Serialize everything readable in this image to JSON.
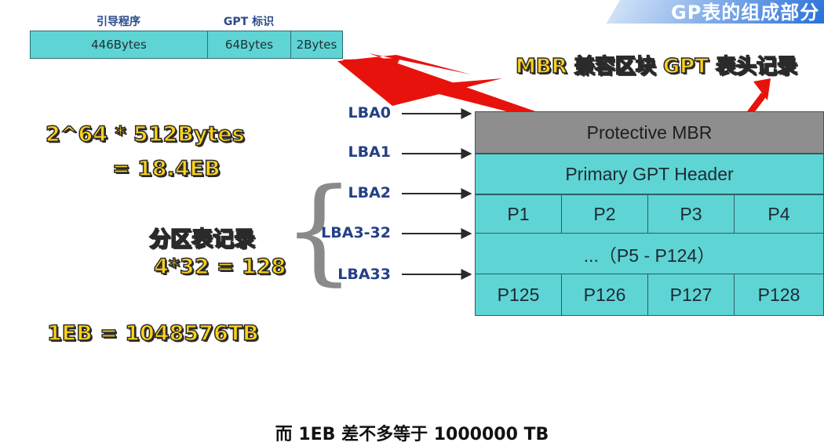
{
  "banner": {
    "text": "GP表的组成部分"
  },
  "mbr_layout": {
    "headers": {
      "boot": "引导程序",
      "gpt": "GPT 标识"
    },
    "segments": [
      "446Bytes",
      "64Bytes",
      "2Bytes"
    ]
  },
  "callouts": {
    "title": "MBR 兼容区块 GPT 表头记录",
    "capacity_line1": "2^64 * 512Bytes",
    "capacity_line2": "= 18.4EB",
    "table_line1": "分区表记录",
    "table_line2": "4*32 = 128",
    "eb_tb": "1EB = 1048576TB"
  },
  "lba_labels": [
    "LBA0",
    "LBA1",
    "LBA2",
    "LBA3-32",
    "LBA33"
  ],
  "layout": {
    "protective_mbr": "Protective MBR",
    "primary_header": "Primary GPT Header",
    "row_p1_4": [
      "P1",
      "P2",
      "P3",
      "P4"
    ],
    "middle_row": "...（P5 - P124）",
    "row_p125_128": [
      "P125",
      "P126",
      "P127",
      "P128"
    ]
  },
  "subtitle": "而 1EB 差不多等于 1000000 TB",
  "colors": {
    "teal": "#5fd4d4",
    "gray": "#8e8e8e",
    "arrow_red": "#e8120c",
    "callout_yellow": "#ffd31a"
  }
}
